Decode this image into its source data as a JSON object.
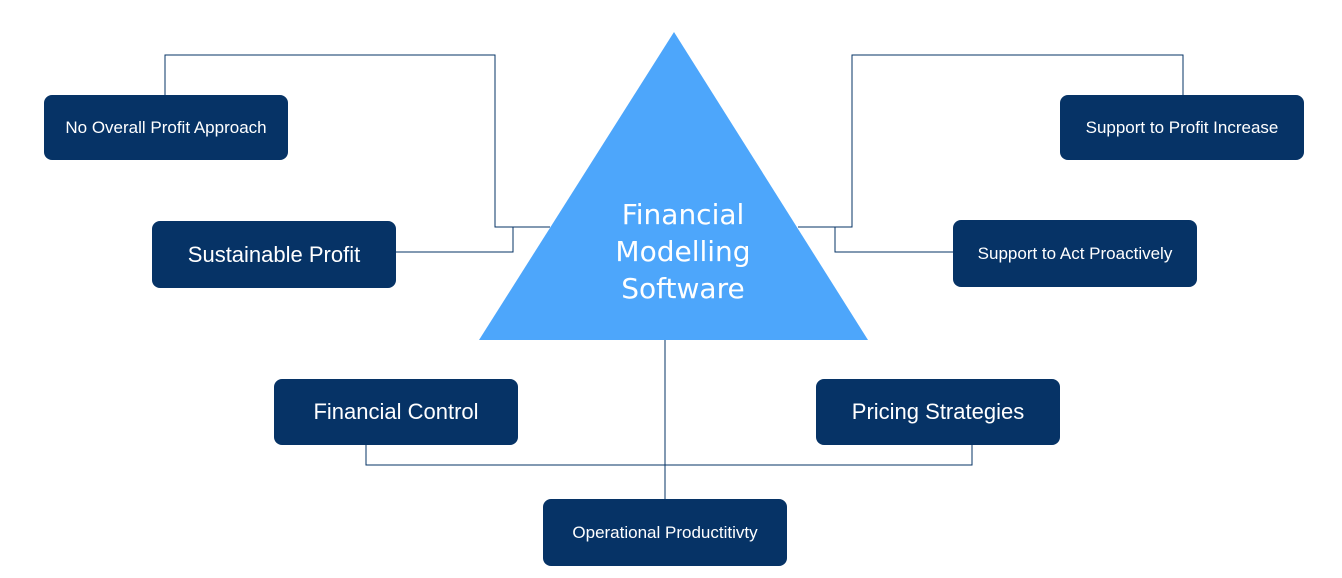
{
  "center": {
    "lines": [
      "Financial",
      "Modelling",
      "Software"
    ],
    "color": "#4da6fb"
  },
  "boxes": {
    "no_overall_profit_approach": "No Overall Profit Approach",
    "sustainable_profit": "Sustainable Profit",
    "support_to_profit_increase": "Support to Profit Increase",
    "support_to_act_proactively": "Support to Act Proactively",
    "financial_control": "Financial Control",
    "pricing_strategies": "Pricing Strategies",
    "operational_productivity": "Operational Productitivty"
  },
  "colors": {
    "box_fill": "#063366",
    "box_text": "#ffffff",
    "connector": "#063366"
  }
}
